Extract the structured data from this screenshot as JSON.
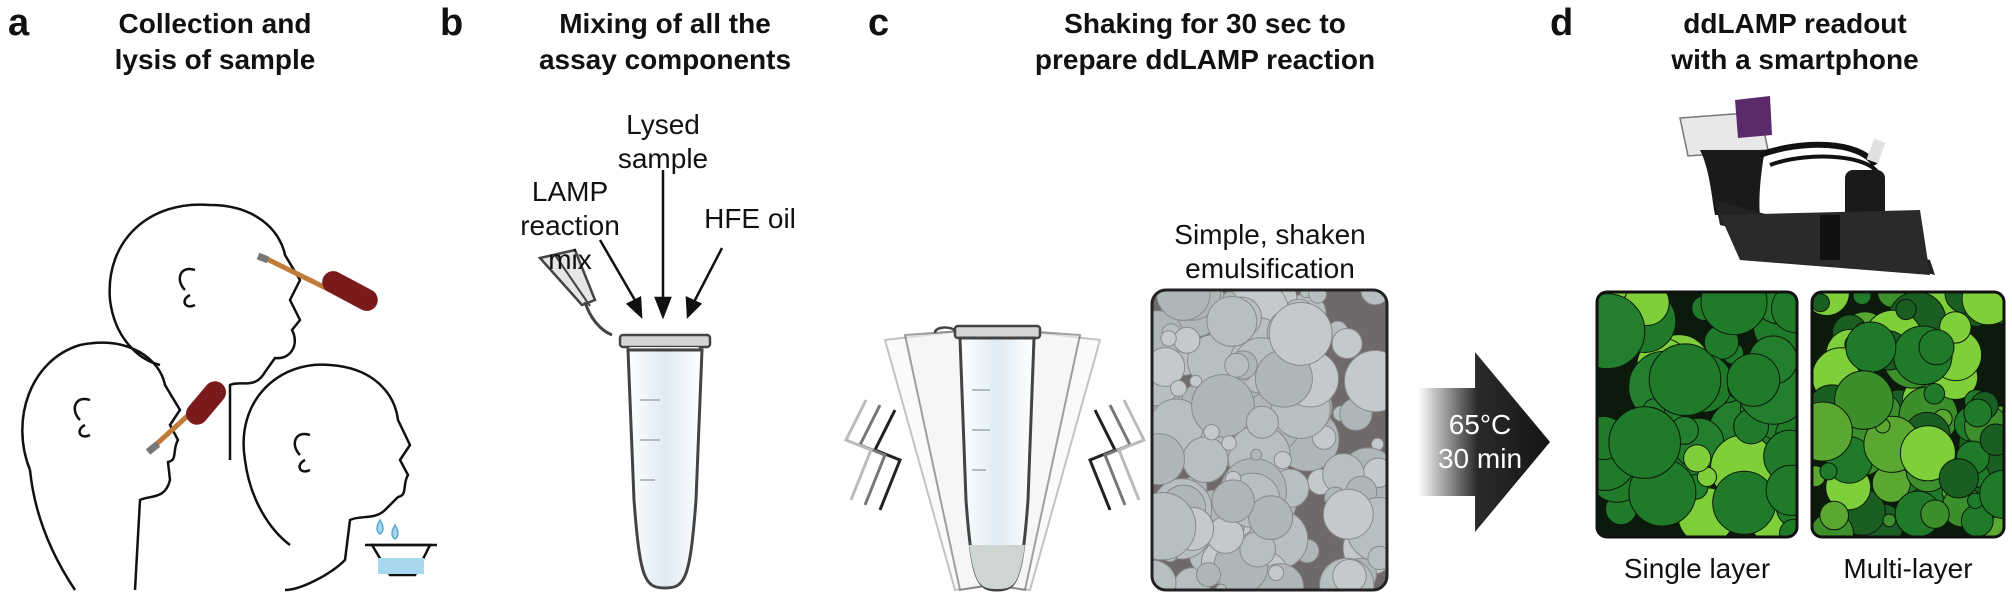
{
  "panels": [
    {
      "letter": "a",
      "title": "Collection and\nlysis of sample"
    },
    {
      "letter": "b",
      "title": "Mixing of all the\nassay components"
    },
    {
      "letter": "c",
      "title": "Shaking for 30 sec to\nprepare ddLAMP reaction"
    },
    {
      "letter": "d",
      "title": "ddLAMP readout\nwith a smartphone"
    }
  ],
  "labels": {
    "lysed_sample": "Lysed\nsample",
    "lamp_mix": "LAMP\nreaction mix",
    "hfe_oil": "HFE oil",
    "emulsification": "Simple, shaken\nemulsification",
    "incubation": "65°C\n30 min",
    "single_layer": "Single layer",
    "multi_layer": "Multi-layer"
  },
  "colors": {
    "swab": "#7a1a1a",
    "swab_stick": "#c07a3a",
    "droplet_gray": "#b8bfc0",
    "emulsion_bg": "#6e6a6a",
    "green_dark": "#1f7a2a",
    "green_light": "#7fcf3a",
    "arrow": "#1e1e1e",
    "water": "#a8d8ef"
  },
  "icons": [
    "face-swab-nose-icon",
    "face-swab-mouth-icon",
    "face-spit-icon",
    "microtube-icon",
    "shaking-tube-icon",
    "smartphone-reader-icon"
  ]
}
